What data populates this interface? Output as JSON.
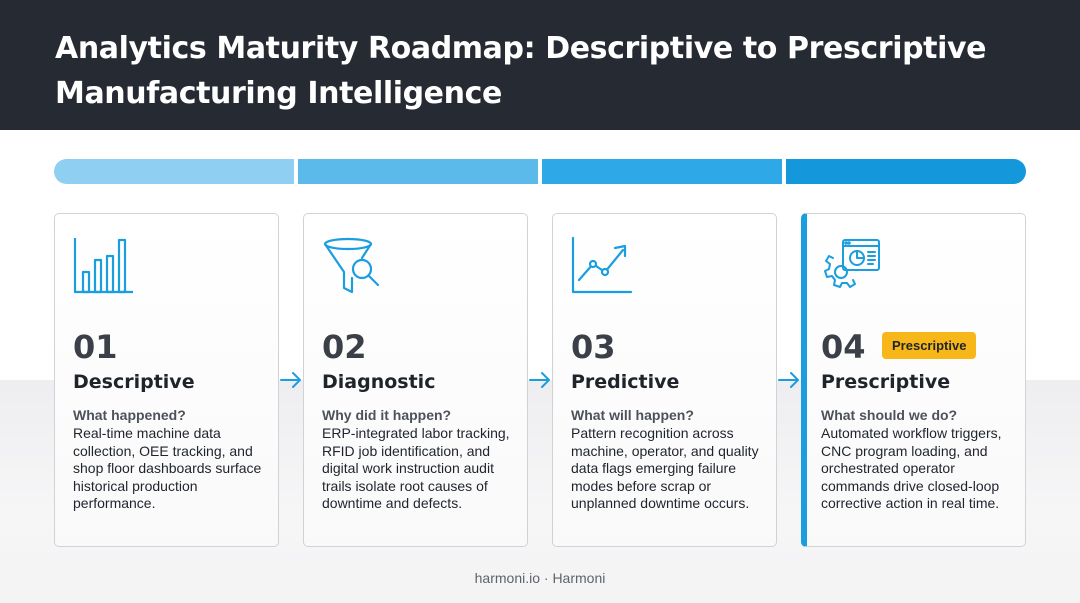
{
  "title": "Analytics Maturity Roadmap: Descriptive to Prescriptive Manufacturing Intelligence",
  "progress_colors": [
    "#8fd0f2",
    "#5bbaea",
    "#2ea8e6",
    "#1597dc"
  ],
  "accent": "#1a9ee0",
  "badge_color": "#f7b718",
  "stages": [
    {
      "number": "01",
      "name": "Descriptive",
      "icon": "bar-chart-icon",
      "question": "What happened?",
      "description": "Real-time machine data collection, OEE tracking, and shop floor dashboards surface historical production performance."
    },
    {
      "number": "02",
      "name": "Diagnostic",
      "icon": "funnel-search-icon",
      "question": "Why did it happen?",
      "description": "ERP-integrated labor tracking, RFID job identification, and digital work instruction audit trails isolate root causes of downtime and defects."
    },
    {
      "number": "03",
      "name": "Predictive",
      "icon": "trend-line-icon",
      "question": "What will happen?",
      "description": "Pattern recognition across machine, operator, and quality data flags emerging failure modes before scrap or unplanned downtime occurs."
    },
    {
      "number": "04",
      "name": "Prescriptive",
      "icon": "gear-dashboard-icon",
      "badge": "Prescriptive",
      "question": "What should we do?",
      "description": "Automated workflow triggers, CNC program loading, and orchestrated operator commands drive closed-loop corrective action in real time."
    }
  ],
  "footer": "harmoni.io · Harmoni"
}
